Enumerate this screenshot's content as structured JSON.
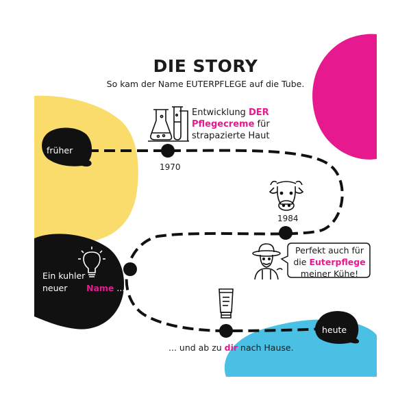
{
  "title": "DIE STORY",
  "subtitle": "So kam der Name EUTERPFLEGE auf die Tube.",
  "colors": {
    "yellow": "#f9dc6c",
    "magenta": "#e6198f",
    "blue": "#4bc0e5",
    "black": "#111111",
    "highlight": "#e6198f"
  },
  "timeline": {
    "start_label": "früher",
    "step1": {
      "text_before": "Entwicklung ",
      "highlight": "DER Pflegecreme",
      "text_after": " für strapazierte Haut",
      "year": "1970",
      "icon": "lab-flasks-icon"
    },
    "step2": {
      "year": "1984",
      "icon": "cow-icon"
    },
    "speech": {
      "text_before": "Perfekt auch für die ",
      "highlight": "Euterpflege",
      "text_after": " meiner Kühe!",
      "icon": "farmer-icon"
    },
    "step3": {
      "text_before": "Ein kuhler neuer ",
      "highlight": "Name",
      "text_after": " ...",
      "icon": "lightbulb-icon"
    },
    "step4": {
      "icon": "cream-tube-icon"
    },
    "footer": {
      "text_before": "... und ab zu ",
      "highlight": "dir",
      "text_after": " nach Hause."
    },
    "end_label": "heute"
  }
}
